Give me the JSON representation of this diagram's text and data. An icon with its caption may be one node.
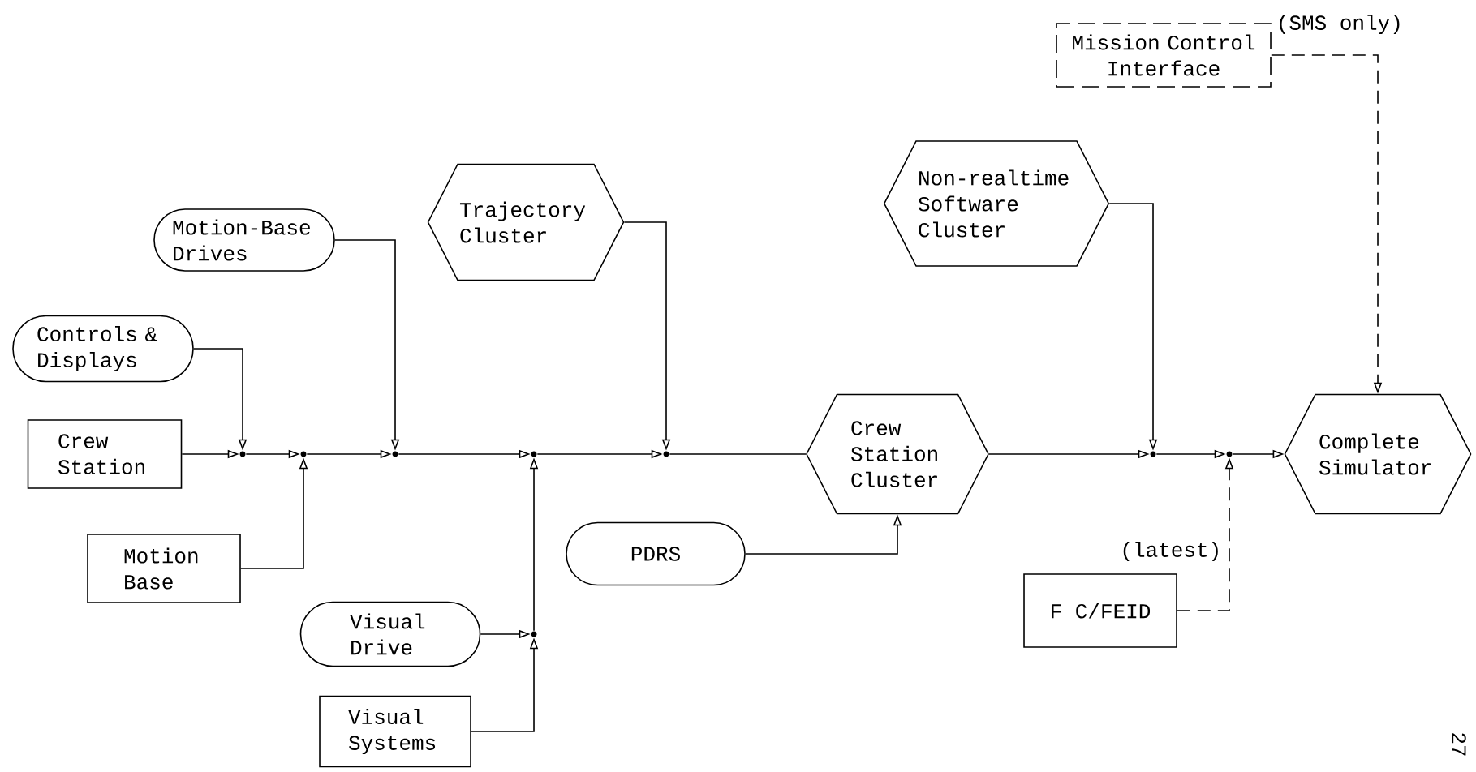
{
  "diagram": {
    "nodes": [
      {
        "text": [
          "Mission Control Interface"
        ]
      },
      {
        "text": [
          "Trajectory Cluster"
        ]
      },
      {
        "text": [
          "Non-realtime Software Cluster"
        ]
      },
      {
        "text": [
          "Motion-Base Drives"
        ]
      },
      {
        "text": [
          "Controls & Displays"
        ]
      },
      {
        "text": [
          "Crew Station"
        ]
      },
      {
        "text": [
          "Crew Station Cluster"
        ]
      },
      {
        "text": [
          "Complete Simulator"
        ]
      },
      {
        "text": [
          "Motion Base"
        ]
      },
      {
        "text": [
          "PDRS"
        ]
      },
      {
        "text": [
          "F C/FEID"
        ]
      },
      {
        "text": [
          "Visual Drive"
        ]
      },
      {
        "text": [
          "Visual Systems"
        ]
      },
      {
        "text": [],
        "shape": "circle"
      },
      {
        "text": [],
        "shape": "circle"
      },
      {
        "text": [],
        "shape": "circle"
      },
      {
        "text": [],
        "shape": "circle"
      },
      {
        "text": [],
        "shape": "circle"
      },
      {
        "text": [],
        "shape": "circle"
      },
      {
        "text": [],
        "shape": "circle"
      },
      {
        "text": [],
        "shape": "circle"
      }
    ],
    "edges": [
      {
        "from": 5,
        "to": 13,
        "arrow": "to"
      },
      {
        "from": 4,
        "to": 13,
        "arrow": "to"
      },
      {
        "from": 13,
        "to": 14,
        "arrow": "to"
      },
      {
        "from": 8,
        "to": 14,
        "arrow": "to"
      },
      {
        "from": 14,
        "to": 15,
        "arrow": "to"
      },
      {
        "from": 3,
        "to": 15,
        "arrow": "to"
      },
      {
        "from": 15,
        "to": 16,
        "arrow": "to"
      },
      {
        "from": 11,
        "to": 17,
        "arrow": "to"
      },
      {
        "from": 12,
        "to": 17,
        "arrow": "to"
      },
      {
        "from": 17,
        "to": 16,
        "arrow": "to"
      },
      {
        "from": 16,
        "to": 18,
        "arrow": "to"
      },
      {
        "from": 1,
        "to": 18,
        "arrow": "to"
      },
      {
        "from": 18,
        "to": 6,
        "arrow": "none"
      },
      {
        "from": 9,
        "to": 6,
        "arrow": "to"
      },
      {
        "from": 6,
        "to": 19,
        "arrow": "to"
      },
      {
        "from": 2,
        "to": 19,
        "arrow": "to"
      },
      {
        "from": 19,
        "to": 20,
        "arrow": "to"
      },
      {
        "from": 10,
        "to": 20,
        "arrow": "to",
        "style": "dashed",
        "label": "(latest)"
      },
      {
        "from": 20,
        "to": 7,
        "arrow": "to"
      },
      {
        "from": 0,
        "to": 7,
        "arrow": "to",
        "style": "dashed",
        "label": "(SMS only)"
      }
    ],
    "labels": [
      "27"
    ]
  }
}
